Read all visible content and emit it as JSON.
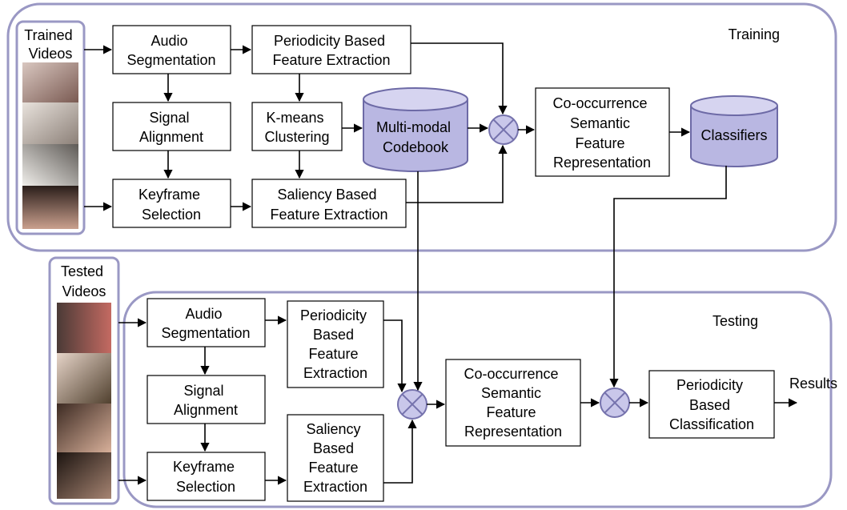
{
  "training": {
    "label": "Training",
    "video_label": [
      "Trained",
      "Videos"
    ],
    "audio_segmentation": [
      "Audio",
      "Segmentation"
    ],
    "signal_alignment": [
      "Signal",
      "Alignment"
    ],
    "keyframe_selection": [
      "Keyframe",
      "Selection"
    ],
    "periodicity_feature": [
      "Periodicity Based",
      "Feature Extraction"
    ],
    "kmeans": [
      "K-means",
      "Clustering"
    ],
    "saliency_feature": [
      "Saliency Based",
      "Feature Extraction"
    ],
    "codebook": [
      "Multi-modal",
      "Codebook"
    ],
    "cooccurrence": [
      "Co-occurrence",
      "Semantic",
      "Feature",
      "Representation"
    ],
    "classifiers": "Classifiers"
  },
  "testing": {
    "label": "Testing",
    "video_label": [
      "Tested",
      "Videos"
    ],
    "audio_segmentation": [
      "Audio",
      "Segmentation"
    ],
    "signal_alignment": [
      "Signal",
      "Alignment"
    ],
    "keyframe_selection": [
      "Keyframe",
      "Selection"
    ],
    "periodicity_feature": [
      "Periodicity",
      "Based",
      "Feature",
      "Extraction"
    ],
    "saliency_feature": [
      "Saliency",
      "Based",
      "Feature",
      "Extraction"
    ],
    "cooccurrence": [
      "Co-occurrence",
      "Semantic",
      "Feature",
      "Representation"
    ],
    "classification": [
      "Periodicity",
      "Based",
      "Classification"
    ],
    "results": "Results"
  },
  "colors": {
    "region_border": "#9a98c4",
    "db_fill": "#b9b7e2",
    "db_stroke": "#6d6aa6",
    "combiner_fill": "#c9c7ea",
    "combiner_stroke": "#7673ad",
    "box_stroke": "#000000",
    "arrow": "#000000"
  }
}
